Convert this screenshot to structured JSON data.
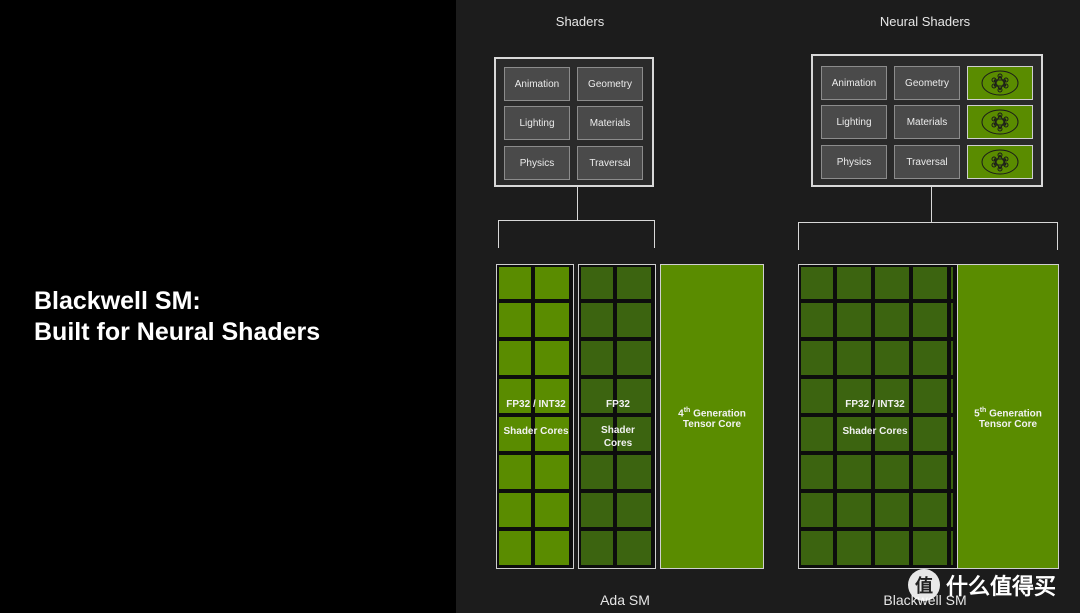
{
  "slide": {
    "title_line1": "Blackwell SM:",
    "title_line2": "Built for Neural Shaders"
  },
  "shaders_panel": {
    "title": "Shaders",
    "cells": [
      "Animation",
      "Geometry",
      "Lighting",
      "Materials",
      "Physics",
      "Traversal"
    ]
  },
  "neural_panel": {
    "title": "Neural Shaders",
    "cells": [
      "Animation",
      "Geometry",
      "Lighting",
      "Materials",
      "Physics",
      "Traversal"
    ]
  },
  "ada_sm": {
    "label": "Ada SM",
    "fp32_int32": "FP32 / INT32",
    "fp32_int32_sub": "Shader Cores",
    "fp32": "FP32",
    "fp32_sub1": "Shader",
    "fp32_sub2": "Cores",
    "tensor_gen": "4",
    "tensor_sup": "th",
    "tensor_line1_rest": " Generation",
    "tensor_line2": "Tensor Core"
  },
  "blackwell_sm": {
    "label": "Blackwell SM",
    "shader_title": "FP32 / INT32",
    "shader_sub": "Shader Cores",
    "tensor_gen": "5",
    "tensor_sup": "th",
    "tensor_line1_rest": " Generation",
    "tensor_line2": "Tensor Core"
  },
  "colors": {
    "bright_green": "#5a8c00",
    "dark_green": "#3c6410",
    "panel_bg": "#1c1c1c"
  },
  "watermark": {
    "icon": "zhi-logo-icon",
    "glyph": "值",
    "text": "什么值得买"
  }
}
